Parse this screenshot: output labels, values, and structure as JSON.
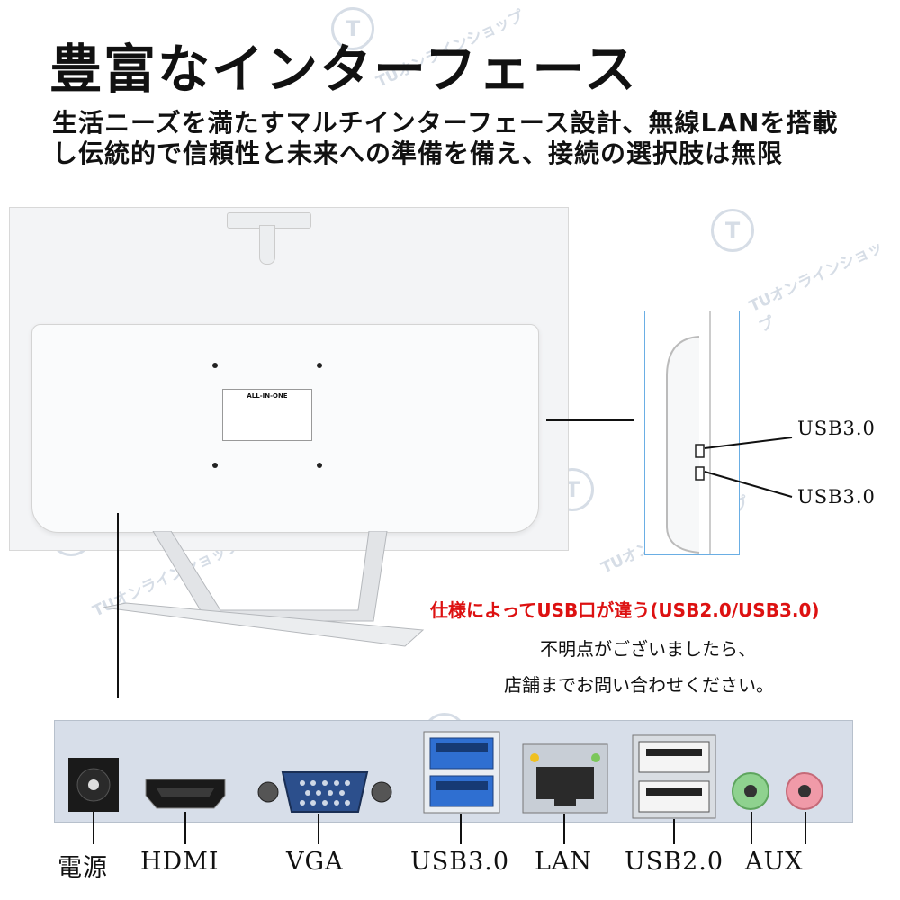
{
  "header": {
    "title": "豊富なインターフェース",
    "description": "生活ニーズを満たすマルチインターフェース設計、無線LANを搭載し伝統的で信頼性と未来への準備を備え、接続の選択肢は無限"
  },
  "watermark": {
    "text": "TUオンラインショップ",
    "logo": "T"
  },
  "monitor": {
    "sticker_title": "ALL-IN-ONE"
  },
  "side_ports": [
    {
      "label": "USB3.0"
    },
    {
      "label": "USB3.0"
    }
  ],
  "notes": {
    "warning": "仕様によってUSB口が違う(USB2.0/USB3.0)",
    "line1": "不明点がございましたら、",
    "line2": "店舗までお問い合わせください。"
  },
  "rear_ports": [
    {
      "label": "電源",
      "icon": "power-jack-icon"
    },
    {
      "label": "HDMI",
      "icon": "hdmi-port-icon"
    },
    {
      "label": "VGA",
      "icon": "vga-port-icon"
    },
    {
      "label": "USB3.0",
      "icon": "usb3-port-icon"
    },
    {
      "label": "LAN",
      "icon": "lan-port-icon"
    },
    {
      "label": "USB2.0",
      "icon": "usb2-port-icon"
    },
    {
      "label": "AUX",
      "icon": "audio-jack-icon"
    }
  ],
  "colors": {
    "warning": "#dd1111",
    "usb3_blue": "#2f6fd1",
    "audio_green": "#8fd28f",
    "audio_pink": "#f09aa8",
    "strip": "#d7dee9"
  }
}
